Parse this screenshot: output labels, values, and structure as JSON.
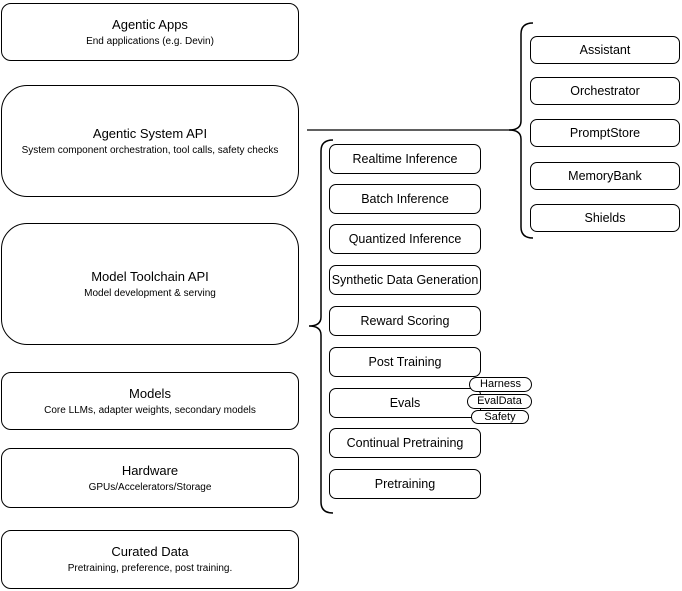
{
  "left_column": [
    {
      "title": "Agentic Apps",
      "subtitle": "End applications (e.g. Devin)"
    },
    {
      "title": "Agentic System API",
      "subtitle": "System component orchestration, tool calls, safety checks"
    },
    {
      "title": "Model Toolchain API",
      "subtitle": "Model development & serving"
    },
    {
      "title": "Models",
      "subtitle": "Core LLMs, adapter weights, secondary models"
    },
    {
      "title": "Hardware",
      "subtitle": "GPUs/Accelerators/Storage"
    },
    {
      "title": "Curated Data",
      "subtitle": "Pretraining, preference, post training."
    }
  ],
  "middle_column": [
    "Realtime Inference",
    "Batch Inference",
    "Quantized Inference",
    "Synthetic Data Generation",
    "Reward Scoring",
    "Post Training",
    "Evals",
    "Continual Pretraining",
    "Pretraining"
  ],
  "evals_tags": [
    "Harness",
    "EvalData",
    "Safety"
  ],
  "right_column": [
    "Assistant",
    "Orchestrator",
    "PromptStore",
    "MemoryBank",
    "Shields"
  ],
  "colors": {
    "stroke": "#000000",
    "background": "#ffffff"
  }
}
